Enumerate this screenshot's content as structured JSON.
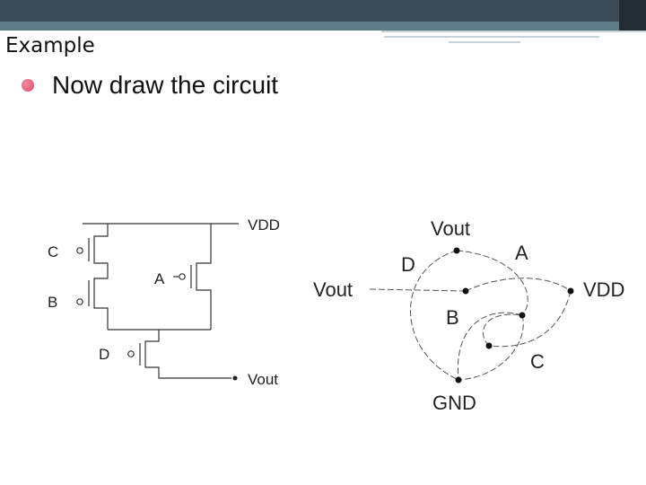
{
  "slide": {
    "title": "Example",
    "bullet": "Now draw the circuit"
  },
  "schematic": {
    "labels": {
      "vdd": "VDD",
      "vout": "Vout",
      "a": "A",
      "b": "B",
      "c": "C",
      "d": "D"
    }
  },
  "graph": {
    "labels": {
      "vout_top": "Vout",
      "vout_left": "Vout",
      "vdd": "VDD",
      "gnd": "GND",
      "a": "A",
      "b": "B",
      "c": "C",
      "d": "D"
    }
  },
  "colors": {
    "bullet": "#e05a78",
    "header_bar": "#3a4a56",
    "header_accent": "#5c7d86"
  }
}
